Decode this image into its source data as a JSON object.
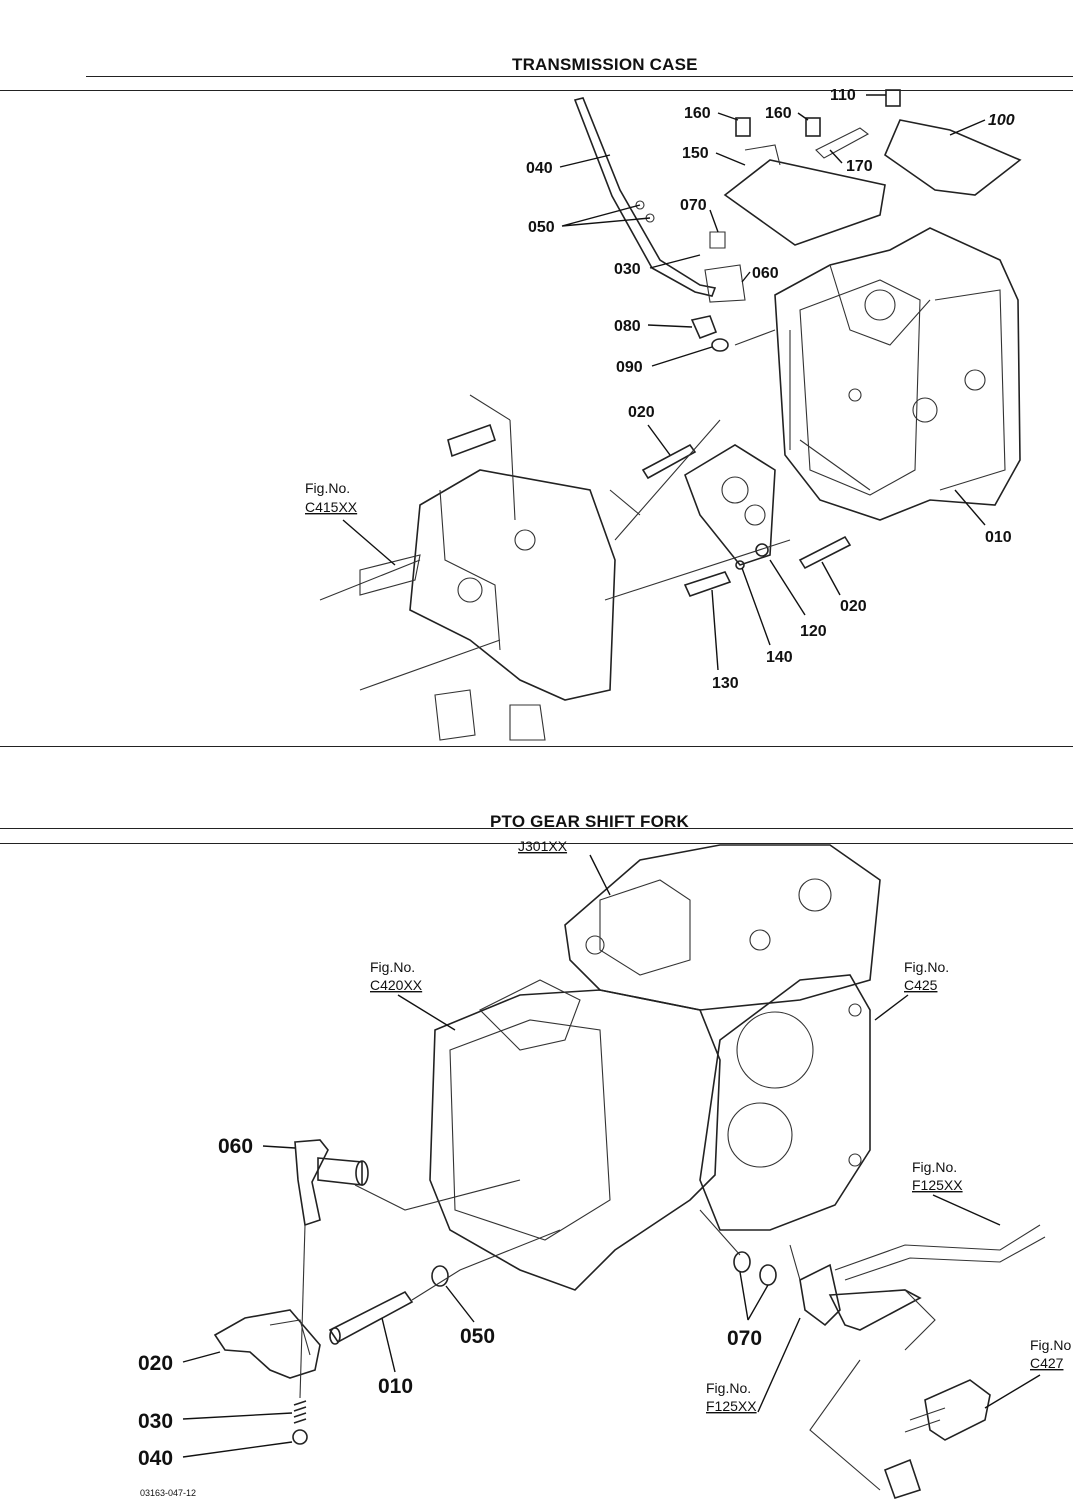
{
  "sections": [
    {
      "title": "TRANSMISSION CASE",
      "labels": [
        {
          "id": "110",
          "text": "110"
        },
        {
          "id": "160a",
          "text": "160"
        },
        {
          "id": "160b",
          "text": "160"
        },
        {
          "id": "100",
          "text": "100"
        },
        {
          "id": "150",
          "text": "150"
        },
        {
          "id": "170",
          "text": "170"
        },
        {
          "id": "040",
          "text": "040"
        },
        {
          "id": "070",
          "text": "070"
        },
        {
          "id": "050",
          "text": "050"
        },
        {
          "id": "030",
          "text": "030"
        },
        {
          "id": "060",
          "text": "060"
        },
        {
          "id": "080",
          "text": "080"
        },
        {
          "id": "090",
          "text": "090"
        },
        {
          "id": "020a",
          "text": "020"
        },
        {
          "id": "010",
          "text": "010"
        },
        {
          "id": "020b",
          "text": "020"
        },
        {
          "id": "120",
          "text": "120"
        },
        {
          "id": "140",
          "text": "140"
        },
        {
          "id": "130",
          "text": "130"
        }
      ],
      "figrefs": [
        {
          "id": "c415",
          "line1": "Fig.No.",
          "line2": "C415XX"
        }
      ]
    },
    {
      "title": "PTO GEAR SHIFT FORK",
      "labels": [
        {
          "id": "060",
          "text": "060"
        },
        {
          "id": "020",
          "text": "020"
        },
        {
          "id": "010",
          "text": "010"
        },
        {
          "id": "050",
          "text": "050"
        },
        {
          "id": "030",
          "text": "030"
        },
        {
          "id": "040",
          "text": "040"
        },
        {
          "id": "070",
          "text": "070"
        }
      ],
      "figrefs": [
        {
          "id": "j301",
          "line1": "",
          "line2": "J301XX"
        },
        {
          "id": "c420",
          "line1": "Fig.No.",
          "line2": "C420XX"
        },
        {
          "id": "c425",
          "line1": "Fig.No.",
          "line2": "C425"
        },
        {
          "id": "f125a",
          "line1": "Fig.No.",
          "line2": "F125XX"
        },
        {
          "id": "f125b",
          "line1": "Fig.No.",
          "line2": "F125XX"
        },
        {
          "id": "c427",
          "line1": "Fig.No",
          "line2": "C427"
        }
      ]
    }
  ],
  "footer": "03163-047-12"
}
